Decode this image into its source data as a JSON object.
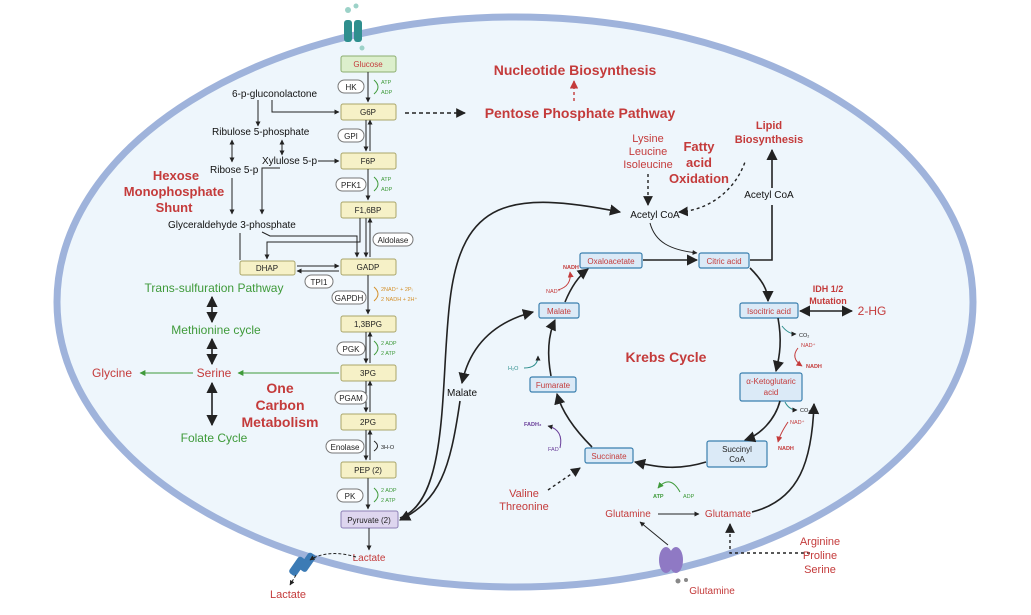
{
  "colors": {
    "membrane": "#9fb3db",
    "cytoplasm": "#eef6fc",
    "red_label": "#c43b3b",
    "green_label": "#3f9a3a",
    "krebs_box": "#dbeaf7"
  },
  "glycolysis": {
    "glucose": "Glucose",
    "g6p": "G6P",
    "f6p": "F6P",
    "f16bp": "F1,6BP",
    "gadp": "GADP",
    "bpg13": "1,3BPG",
    "pg3": "3PG",
    "pg2": "2PG",
    "pep": "PEP (2)",
    "pyruvate": "Pyruvate (2)",
    "dhap": "DHAP",
    "hk": "HK",
    "gpi": "GPI",
    "pfk1": "PFK1",
    "aldolase": "Aldolase",
    "tpi1": "TPI1",
    "gapdh": "GAPDH",
    "pgk": "PGK",
    "pgam": "PGAM",
    "enolase": "Enolase",
    "pk": "PK",
    "atp": "ATP",
    "adp": "ADP",
    "nad_in": "2NAD⁺ + 2Pᵢ",
    "nadh_out": "2 NADH + 2H⁺",
    "two_adp": "2 ADP",
    "two_atp": "2 ATP",
    "h2o": "3H-O"
  },
  "ppp": {
    "gluconolactone": "6-p-gluconolactone",
    "ribulose": "Ribulose 5-phosphate",
    "ribose": "Ribose 5-p",
    "xylulose": "Xylulose 5-p",
    "glyceraldehyde": "Glyceraldehyde 3-phosphate",
    "pathway": "Pentose Phosphate Pathway",
    "nucleotide": "Nucleotide Biosynthesis",
    "hms_1": "Hexose",
    "hms_2": "Monophosphate",
    "hms_3": "Shunt"
  },
  "one_carbon": {
    "transsulfuration": "Trans-sulfuration Pathway",
    "methionine": "Methionine cycle",
    "serine": "Serine",
    "glycine": "Glycine",
    "folate": "Folate Cycle",
    "oc_1": "One",
    "oc_2": "Carbon",
    "oc_3": "Metabolism"
  },
  "krebs": {
    "title": "Krebs Cycle",
    "acetyl_coa": "Acetyl CoA",
    "acetyl_coa_right": "Acetyl CoA",
    "oxaloacetate": "Oxaloacetate",
    "citric": "Citric acid",
    "isocitric": "Isocitric acid",
    "akg_1": "α-Ketoglutaric",
    "akg_2": "acid",
    "succinyl_1": "Succinyl",
    "succinyl_2": "CoA",
    "succinate": "Succinate",
    "fumarate": "Fumarate",
    "malate": "Malate",
    "malate_out": "Malate",
    "nadh": "NADH",
    "nad": "NAD⁺",
    "co2": "CO₂",
    "co2b": "CO₂",
    "fadh2": "FADH₂",
    "fad": "FAD",
    "h2o": "H₂O",
    "atp": "ATP",
    "adp": "ADP",
    "lysine": "Lysine",
    "leucine": "Leucine",
    "isoleucine": "Isoleucine",
    "fa_1": "Fatty",
    "fa_2": "acid",
    "fa_3": "Oxidation",
    "lipid_1": "Lipid",
    "lipid_2": "Biosynthesis",
    "idh_1": "IDH 1/2",
    "idh_2": "Mutation",
    "hg": "2-HG",
    "valine": "Valine",
    "threonine": "Threonine",
    "glutamine": "Glutamine",
    "glutamate": "Glutamate",
    "arginine": "Arginine",
    "proline": "Proline",
    "serine": "Serine",
    "glutamine_out": "Glutamine"
  },
  "outside": {
    "lactate_in": "Lactate",
    "lactate_out": "Lactate"
  }
}
